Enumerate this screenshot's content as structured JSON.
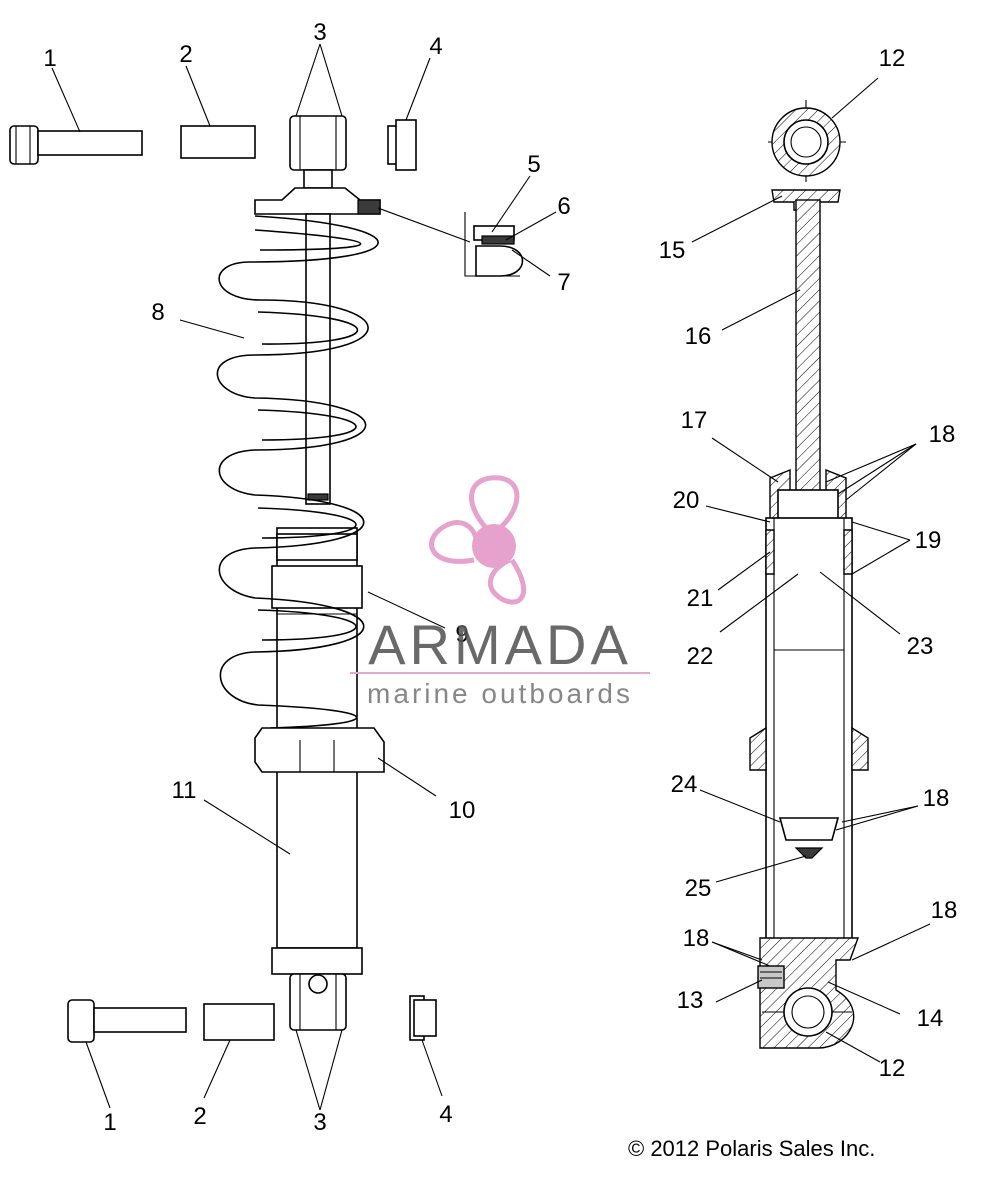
{
  "callouts": {
    "left": [
      "1",
      "2",
      "3",
      "4",
      "5",
      "6",
      "7",
      "8",
      "9",
      "10",
      "11",
      "3",
      "1",
      "2",
      "4"
    ],
    "right": [
      "12",
      "15",
      "16",
      "17",
      "18",
      "20",
      "19",
      "21",
      "22",
      "23",
      "24",
      "18",
      "25",
      "18",
      "18",
      "13",
      "14",
      "12"
    ]
  },
  "watermark": {
    "brand": "ARMADA",
    "tagline": "marine outboards",
    "color": "#e08cc0"
  },
  "copyright": "© 2012 Polaris Sales Inc."
}
